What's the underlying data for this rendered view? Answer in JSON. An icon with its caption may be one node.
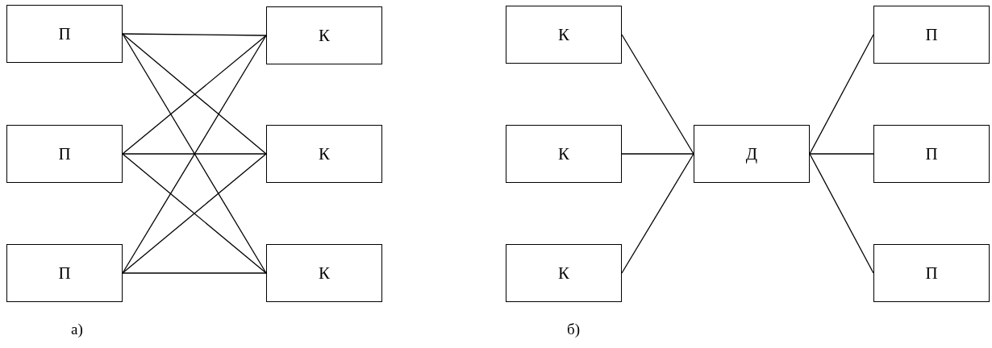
{
  "diagram": {
    "nodes": [
      {
        "text": [
          "П"
        ]
      },
      {
        "text": [
          "П"
        ]
      },
      {
        "text": [
          "П"
        ]
      },
      {
        "text": [
          "К"
        ]
      },
      {
        "text": [
          "К"
        ]
      },
      {
        "text": [
          "К"
        ]
      },
      {
        "text": [
          "К"
        ]
      },
      {
        "text": [
          "К"
        ]
      },
      {
        "text": [
          "К"
        ]
      },
      {
        "text": [
          "Д"
        ]
      },
      {
        "text": [
          "П"
        ]
      },
      {
        "text": [
          "П"
        ]
      },
      {
        "text": [
          "П"
        ]
      }
    ],
    "edges": [
      {
        "from": 0,
        "to": 3,
        "arrow": "none"
      },
      {
        "from": 0,
        "to": 4,
        "arrow": "none"
      },
      {
        "from": 0,
        "to": 5,
        "arrow": "none"
      },
      {
        "from": 1,
        "to": 3,
        "arrow": "none"
      },
      {
        "from": 1,
        "to": 4,
        "arrow": "none"
      },
      {
        "from": 1,
        "to": 5,
        "arrow": "none"
      },
      {
        "from": 2,
        "to": 3,
        "arrow": "none"
      },
      {
        "from": 2,
        "to": 4,
        "arrow": "none"
      },
      {
        "from": 2,
        "to": 5,
        "arrow": "none"
      },
      {
        "from": 6,
        "to": 9,
        "arrow": "none"
      },
      {
        "from": 7,
        "to": 9,
        "arrow": "none"
      },
      {
        "from": 8,
        "to": 9,
        "arrow": "none"
      },
      {
        "from": 9,
        "to": 10,
        "arrow": "none"
      },
      {
        "from": 9,
        "to": 11,
        "arrow": "none"
      },
      {
        "from": 9,
        "to": 12,
        "arrow": "none"
      }
    ],
    "labels": [
      "а)",
      "б)"
    ]
  }
}
